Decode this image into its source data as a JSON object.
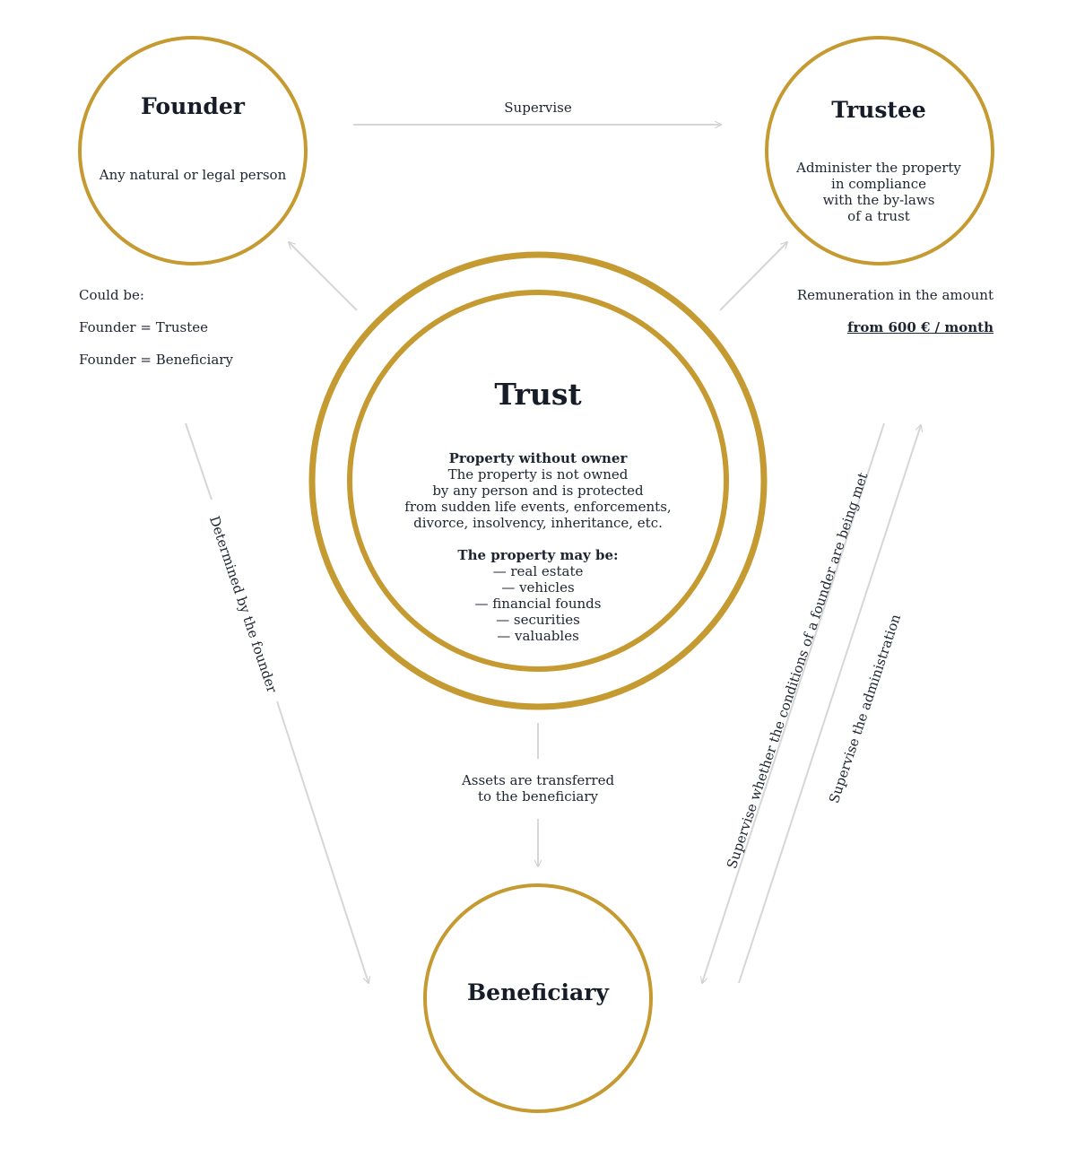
{
  "founder": {
    "title": "Founder",
    "description": "Any natural or legal person",
    "could_be": [
      "Could be:",
      "Founder = Trustee",
      "Founder = Beneficiary"
    ]
  },
  "trustee": {
    "title": "Trustee",
    "description": "Administer the property\nin compliance\nwith the by-laws\nof a trust",
    "remuneration_label": "Remuneration in the amount",
    "remuneration_value": "from 600 € / month"
  },
  "trust": {
    "title": "Trust",
    "heading_1": "Property without owner",
    "lines_1": [
      "The property is not owned",
      "by any person and is protected",
      "from sudden life events, enforcements,",
      "divorce, insolvency, inheritance, etc."
    ],
    "heading_2": "The property may be:",
    "lines_2": [
      "— real estate",
      "— vehicles",
      "— financial founds",
      "— securities",
      "— valuables"
    ]
  },
  "beneficiary": {
    "title": "Beneficiary"
  },
  "edges": {
    "founder_to_trustee": "Supervise",
    "founder_to_beneficiary": "Determined by the founder",
    "trust_to_beneficiary": "Assets are transferred\nto the beneficiary",
    "trustee_to_beneficiary": "Supervise whether the conditions of a founder are being met",
    "beneficiary_to_trustee": "Supervise the administration"
  },
  "colors": {
    "gold": "#c49a31",
    "arrow": "#d6d6d6",
    "text": "#1e2430"
  }
}
